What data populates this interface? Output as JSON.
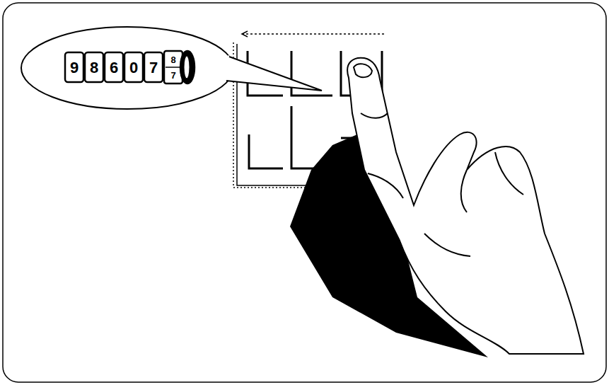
{
  "diagram": {
    "labels": [
      "9",
      "8",
      "6",
      "0",
      "7",
      "8",
      "7"
    ]
  }
}
